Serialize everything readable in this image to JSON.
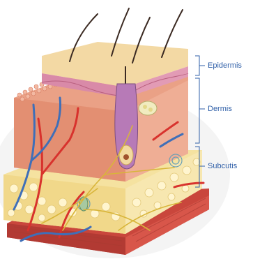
{
  "labels": {
    "epidermis": "Epidermis",
    "dermis": "Dermis",
    "subcutis": "Subcutis"
  },
  "colors": {
    "label": "#2f5fa8",
    "epidermis_surface": "#f3d9a4",
    "epidermis_layer": "#d98aa8",
    "dermis": "#eaa186",
    "subcutis_fat": "#f5e2a0",
    "muscle": "#c9463c",
    "artery": "#d8322d",
    "vein": "#3f6fb8",
    "nerve": "#d8b53a",
    "hair": "#3b2a22"
  }
}
